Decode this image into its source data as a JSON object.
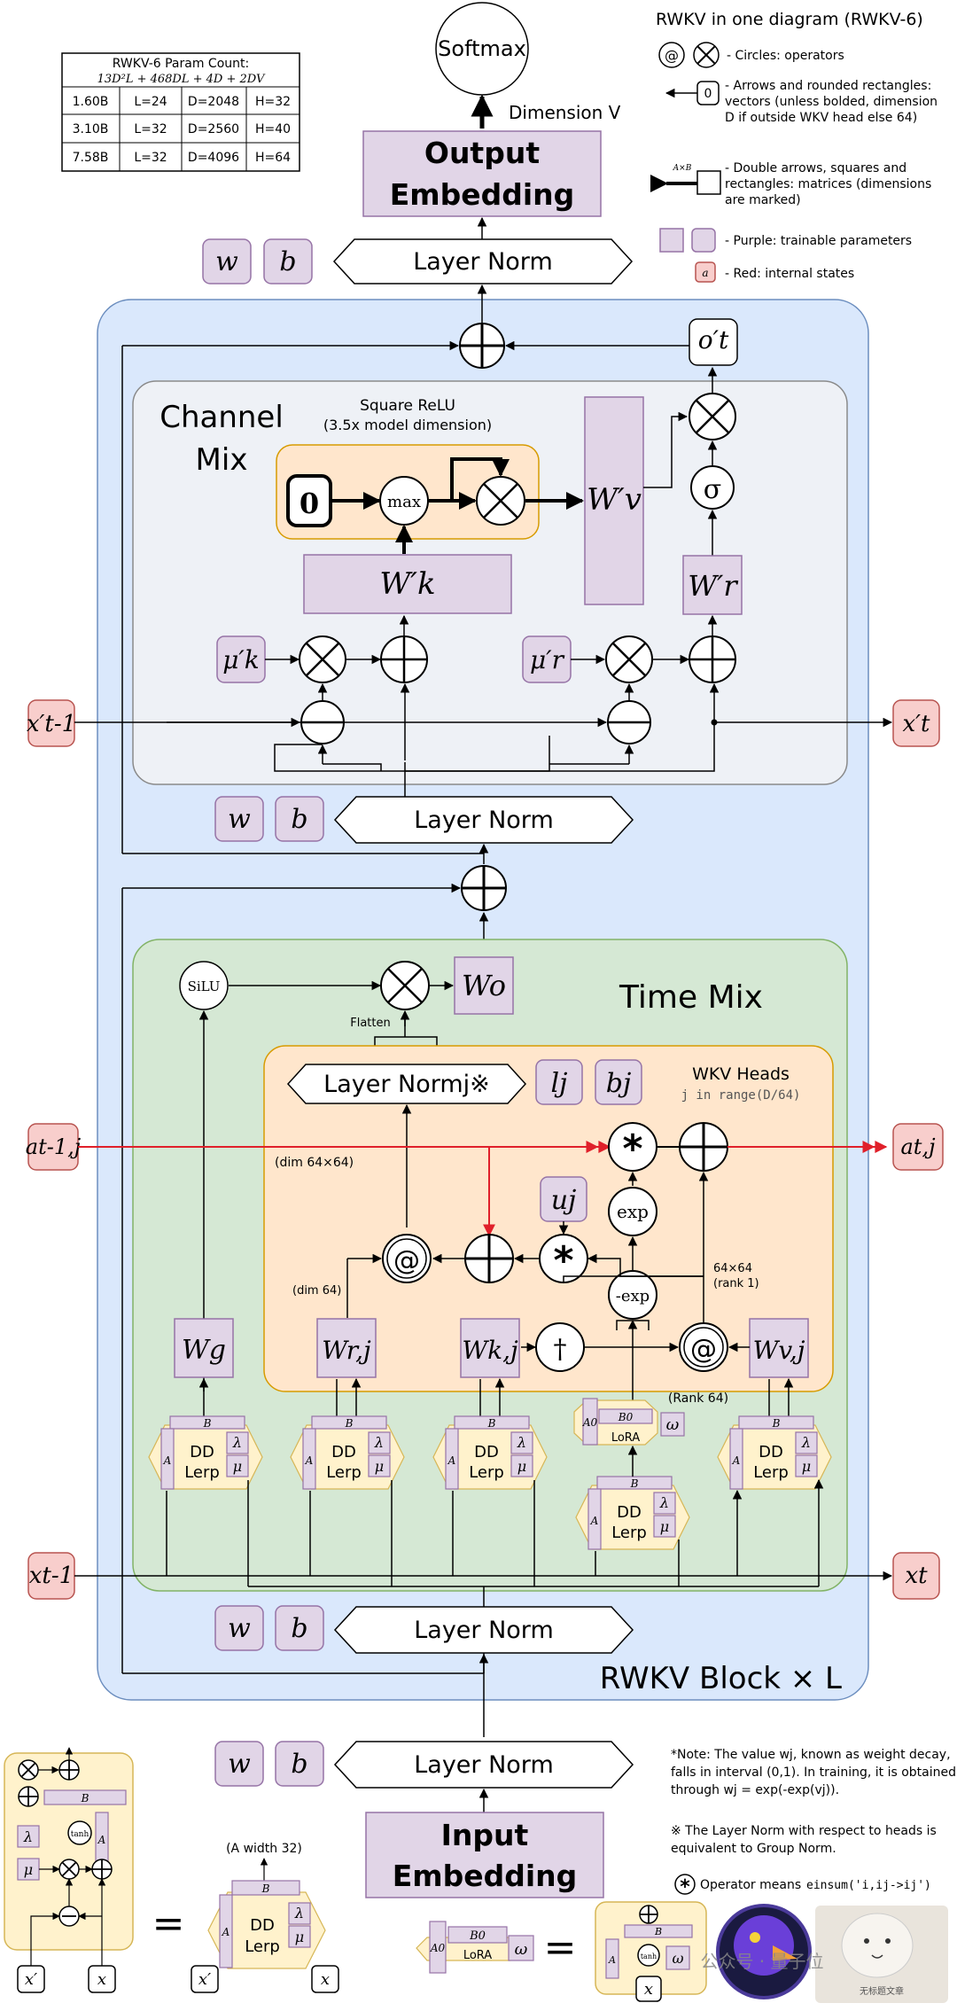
{
  "title": "RWKV in one diagram (RWKV-6)",
  "colors": {
    "purple": "#e1d5e7",
    "purple_stroke": "#9673a6",
    "red": "#f8cecc",
    "red_stroke": "#b85450",
    "block_bg": "#dae8fc",
    "block_stroke": "#6c8ebf",
    "channel_bg": "#eef1f6",
    "time_bg": "#d5e8d4",
    "time_stroke": "#82b366",
    "orange": "#ffe6cc",
    "orange_stroke": "#d79b00",
    "yellow": "#fff2cc",
    "yellow_stroke": "#d6b656",
    "red_arrow": "#e0202a"
  },
  "param_table": {
    "title": "RWKV-6 Param Count:",
    "formula": "13D²L + 468DL + 4D + 2DV",
    "rows": [
      [
        "1.60B",
        "L=24",
        "D=2048",
        "H=32"
      ],
      [
        "3.10B",
        "L=32",
        "D=2560",
        "H=40"
      ],
      [
        "7.58B",
        "L=32",
        "D=4096",
        "H=64"
      ]
    ]
  },
  "legend": {
    "operators_symbols": "@",
    "operators": "- Circles: operators",
    "vector_box": "0",
    "vectors": "- Arrows and rounded rectangles: vectors (unless bolded, dimension D if outside WKV head else 64)",
    "matrix_label": "A×B",
    "matrices": "- Double arrows, squares and rectangles: matrices (dimensions are marked)",
    "purple": "- Purple: trainable parameters",
    "red_symbol": "a",
    "red": "- Red: internal states"
  },
  "top": {
    "softmax": "Softmax",
    "dimension": "Dimension V",
    "output_embedding_1": "Output",
    "output_embedding_2": "Embedding",
    "layer_norm": "Layer Norm",
    "w": "w",
    "b": "b"
  },
  "channel_mix": {
    "title_1": "Channel",
    "title_2": "Mix",
    "square_relu": "Square ReLU",
    "square_relu_sub": "(3.5x model dimension)",
    "zero": "0",
    "max": "max",
    "wk": "W′k",
    "wv": "W′v",
    "wr": "W′r",
    "mu_k": "μ′k",
    "mu_r": "μ′r",
    "sigma": "σ",
    "o_t": "o′t",
    "x_prev": "x′t-1",
    "x_t": "x′t",
    "layer_norm": "Layer Norm",
    "w": "w",
    "b": "b"
  },
  "time_mix": {
    "title": "Time Mix",
    "silu": "SiLU",
    "wo": "Wo",
    "flatten": "Flatten",
    "layer_norm_j": "Layer Normj※",
    "lj": "lj",
    "bj": "bj",
    "wkv_heads": "WKV Heads",
    "wkv_range": "j in range(D/64)",
    "a_prev": "at-1,j",
    "a_t": "at,j",
    "dim_64x64": "(dim 64×64)",
    "dim_64": "(dim 64)",
    "uj": "uj",
    "exp": "exp",
    "neg_exp": "-exp",
    "rank1_1": "64×64",
    "rank1_2": "(rank 1)",
    "wg": "Wg",
    "wr": "Wr,j",
    "wk": "Wk,j",
    "wv": "Wv,j",
    "dagger": "†",
    "rank64": "(Rank 64)",
    "a0": "A0",
    "b0": "B0",
    "lora": "LoRA",
    "omega": "ω",
    "dd": "DD",
    "lerp": "Lerp",
    "A": "A",
    "B": "B",
    "lambda": "λ",
    "mu": "μ",
    "x_prev": "xt-1",
    "x_t": "xt",
    "layer_norm": "Layer Norm",
    "w": "w",
    "b": "b",
    "block_label": "RWKV Block × L"
  },
  "bottom": {
    "layer_norm": "Layer Norm",
    "w": "w",
    "b": "b",
    "input_embedding_1": "Input",
    "input_embedding_2": "Embedding",
    "a_width": "(A width 32)",
    "tanh": "tanh",
    "x_prime": "x′",
    "x": "x",
    "equals": "=",
    "note_1": "*Note: The value wj, known as weight decay,",
    "note_2": "falls in interval (0,1). In training, it is obtained",
    "note_3": "through wj = exp(-exp(vj)).",
    "note_4": "※ The Layer Norm with respect to heads is",
    "note_5": "equivalent to Group Norm.",
    "note_6": "Operator means",
    "note_6_code": "einsum('i,ij->ij')",
    "watermark_text": "公众号 · 量子位",
    "cat_caption": "无标题文章"
  }
}
